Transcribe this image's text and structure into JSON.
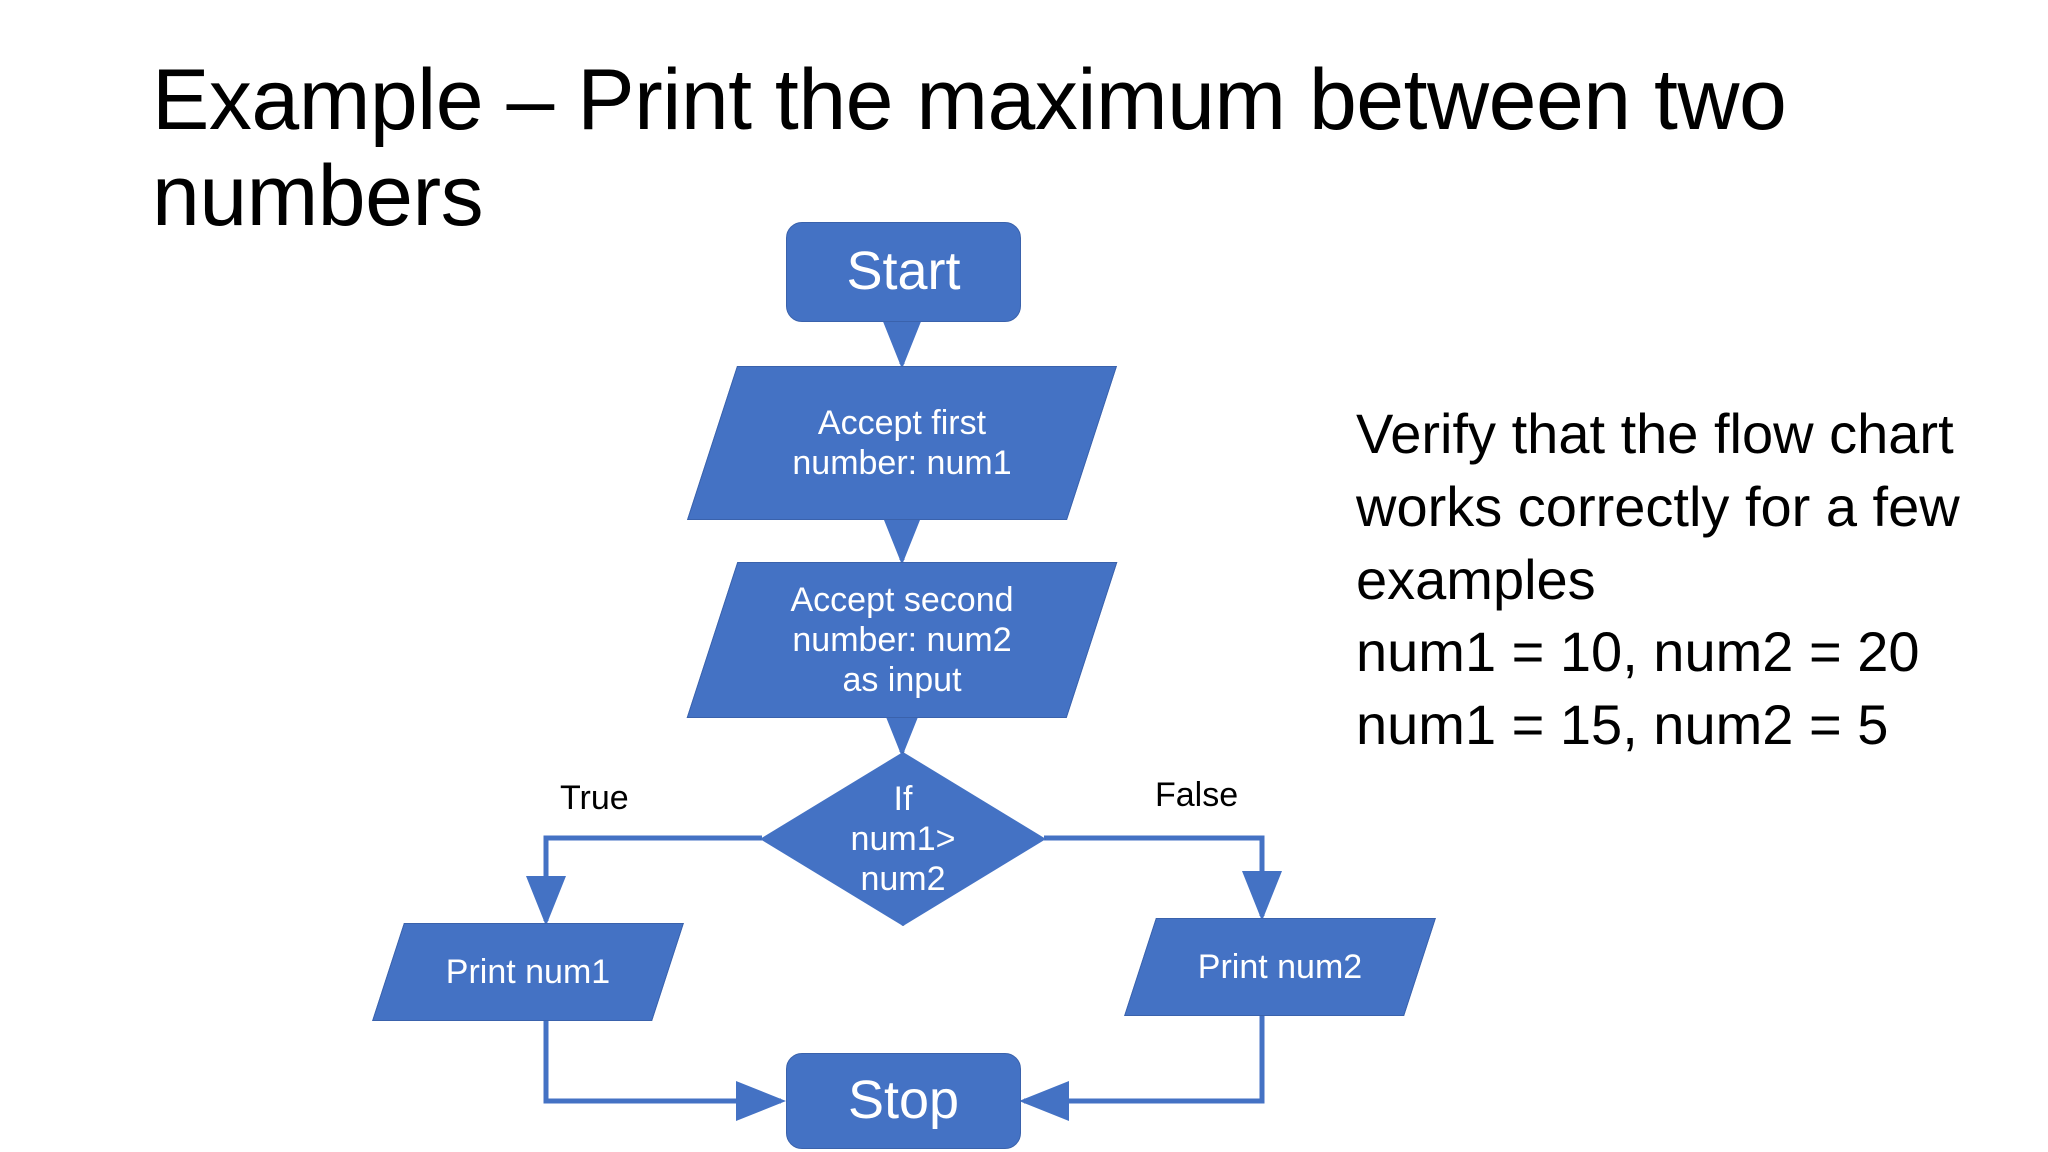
{
  "slide": {
    "title": "Example – Print the maximum between two numbers",
    "background_color": "#FFFFFF",
    "shape_fill_color": "#4472C4",
    "shape_border_color": "#3A62AC",
    "shape_text_color": "#FFFFFF",
    "connector_color": "#4472C4",
    "text_color": "#000000"
  },
  "notes": {
    "text": "Verify that the flow chart works correctly for a few examples\nnum1 = 10, num2 = 20\nnum1 = 15, num2 = 5",
    "lines": [
      "Verify that the flow chart",
      "works correctly for a few",
      "examples",
      "num1 = 10, num2 = 20",
      "num1 = 15, num2 = 5"
    ]
  },
  "flowchart": {
    "type": "flowchart",
    "nodes": [
      {
        "id": "start",
        "shape": "terminator",
        "label": "Start"
      },
      {
        "id": "input1",
        "shape": "parallelogram",
        "label": "Accept first\nnumber: num1"
      },
      {
        "id": "input2",
        "shape": "parallelogram",
        "label": "Accept second\nnumber: num2\nas input"
      },
      {
        "id": "decision",
        "shape": "diamond",
        "label": "If\nnum1>\nnum2"
      },
      {
        "id": "print_num1",
        "shape": "parallelogram",
        "label": "Print num1"
      },
      {
        "id": "print_num2",
        "shape": "parallelogram",
        "label": "Print num2"
      },
      {
        "id": "stop",
        "shape": "terminator",
        "label": "Stop"
      }
    ],
    "branch_labels": {
      "true": "True",
      "false": "False"
    },
    "edges": [
      {
        "from": "start",
        "to": "input1",
        "label": ""
      },
      {
        "from": "input1",
        "to": "input2",
        "label": ""
      },
      {
        "from": "input2",
        "to": "decision",
        "label": ""
      },
      {
        "from": "decision",
        "to": "print_num1",
        "label": "True"
      },
      {
        "from": "decision",
        "to": "print_num2",
        "label": "False"
      },
      {
        "from": "print_num1",
        "to": "stop",
        "label": ""
      },
      {
        "from": "print_num2",
        "to": "stop",
        "label": ""
      }
    ]
  }
}
